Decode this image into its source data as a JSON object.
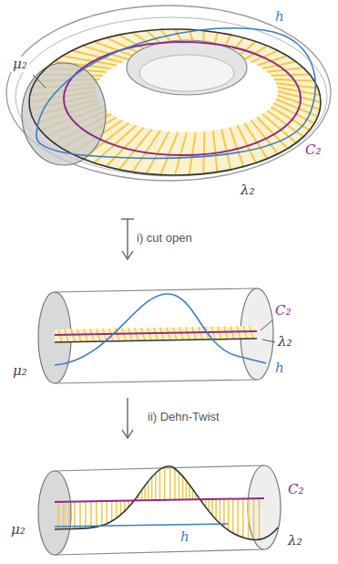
{
  "diagram": {
    "labels": [
      "μ₂",
      "h",
      "C₂",
      "λ₂",
      "i) cut open",
      "μ₂",
      "C₂",
      "λ₂",
      "h",
      "ii) Dehn-Twist",
      "μ₂",
      "C₂",
      "h",
      "λ₂"
    ]
  }
}
